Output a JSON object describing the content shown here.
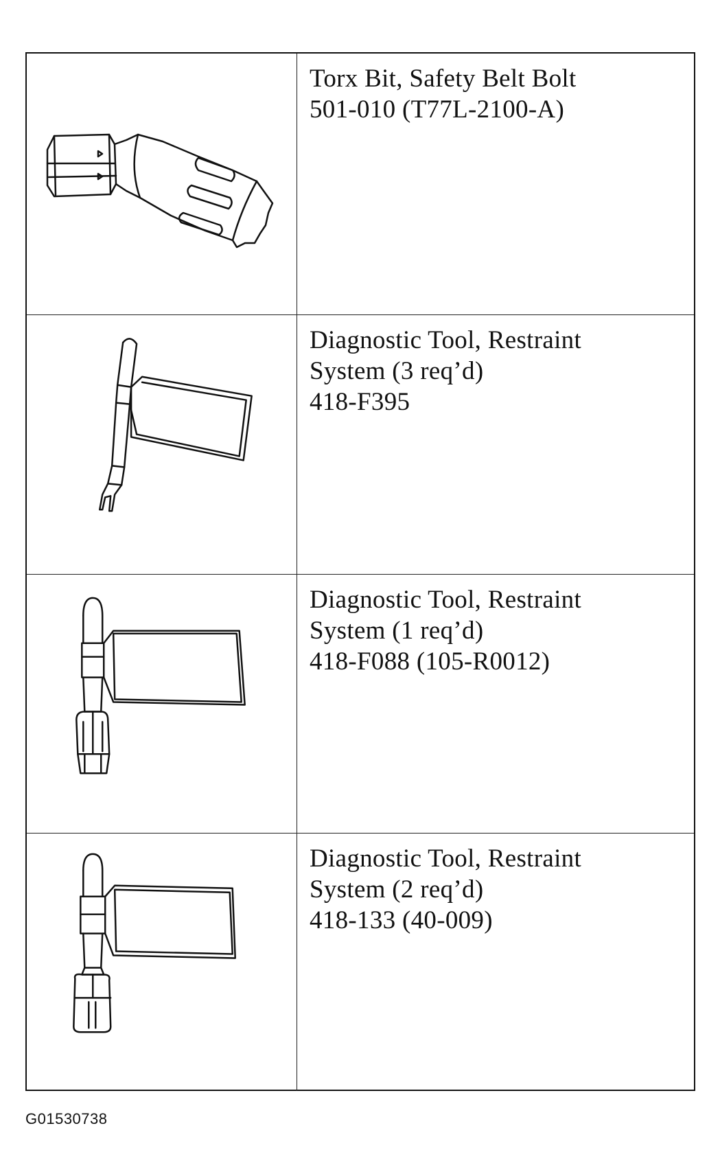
{
  "tools": [
    {
      "name": "Torx Bit, Safety Belt Bolt",
      "line2": "501-010 (T77L-2100-A)",
      "line3": "",
      "icon": "torx-bit-icon"
    },
    {
      "name": "Diagnostic Tool, Restraint",
      "line2": "System (3 req’d)",
      "line3": "418-F395",
      "icon": "diagnostic-tool-f395-icon"
    },
    {
      "name": "Diagnostic Tool, Restraint",
      "line2": "System (1 req’d)",
      "line3": "418-F088 (105-R0012)",
      "icon": "diagnostic-tool-f088-icon"
    },
    {
      "name": "Diagnostic Tool, Restraint",
      "line2": "System (2 req’d)",
      "line3": "418-133 (40-009)",
      "icon": "diagnostic-tool-133-icon"
    }
  ],
  "caption": "G01530738"
}
